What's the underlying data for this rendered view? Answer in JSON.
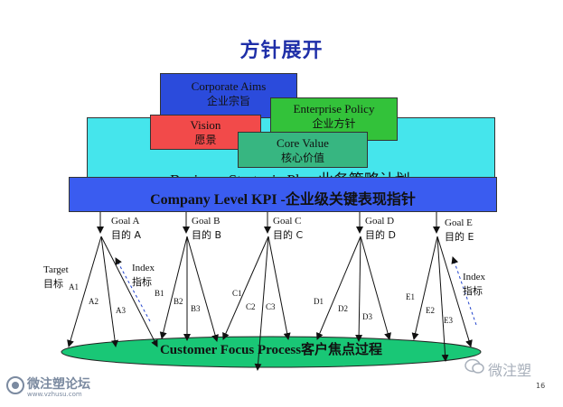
{
  "title": "方针展开",
  "corporate_aims": {
    "en": "Corporate Aims",
    "cn": "企业宗旨"
  },
  "enterprise_policy": {
    "en": "Enterprise Policy",
    "cn": "企业方针"
  },
  "vision": {
    "en": "Vision",
    "cn": "愿景"
  },
  "core_value": {
    "en": "Core Value",
    "cn": "核心价值"
  },
  "business_plan": "Business Strategic  Plan 业务策略计划",
  "company_kpi": "Company Level KPI -企业级关键表现指针",
  "goals": [
    {
      "en": "Goal A",
      "cn": "目的  A"
    },
    {
      "en": "Goal B",
      "cn": "目的  B"
    },
    {
      "en": "Goal C",
      "cn": "目的  C"
    },
    {
      "en": "Goal D",
      "cn": "目的  D"
    },
    {
      "en": "Goal E",
      "cn": "目的  E"
    }
  ],
  "target": {
    "en": "Target",
    "cn": "目标"
  },
  "index_left": {
    "en": "Index",
    "cn": "指标"
  },
  "index_right": {
    "en": "Index",
    "cn": "指标"
  },
  "sub_labels": [
    "A1",
    "A2",
    "A3",
    "B1",
    "B2",
    "B3",
    "C1",
    "C2",
    "C3",
    "D1",
    "D2",
    "D3",
    "E1",
    "E2",
    "E3"
  ],
  "customer_focus": "Customer Focus Process客户焦点过程",
  "page_number": "16",
  "watermark_left": "微注塑论坛",
  "watermark_url": "www.vzhusu.com",
  "watermark_right": "微注塑",
  "colors": {
    "title": "#1f2fa8",
    "corporate_aims": "#2b4bdc",
    "enterprise_policy": "#33c23a",
    "vision": "#f24a4a",
    "core_value": "#37b681",
    "business_plan": "#45e5ec",
    "company_kpi": "#3a5cf0",
    "customer_focus": "#19c776"
  }
}
